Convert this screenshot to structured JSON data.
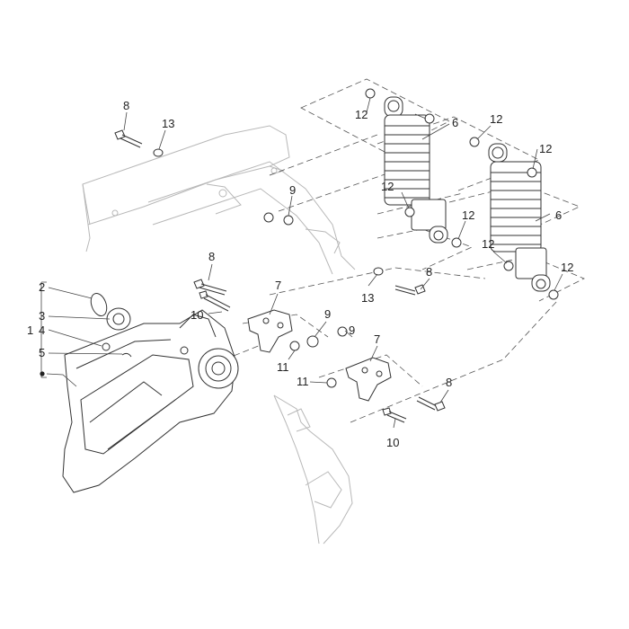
{
  "callouts": [
    {
      "id": "c8a",
      "text": "8"
    },
    {
      "id": "c13a",
      "text": "13"
    },
    {
      "id": "c12a",
      "text": "12"
    },
    {
      "id": "c6a",
      "text": "6"
    },
    {
      "id": "c12b",
      "text": "12"
    },
    {
      "id": "c12c",
      "text": "12"
    },
    {
      "id": "c9a",
      "text": "9"
    },
    {
      "id": "c12d",
      "text": "12"
    },
    {
      "id": "c12e",
      "text": "12"
    },
    {
      "id": "c6b",
      "text": "6"
    },
    {
      "id": "c12f",
      "text": "12"
    },
    {
      "id": "c12g",
      "text": "12"
    },
    {
      "id": "c8b",
      "text": "8"
    },
    {
      "id": "c13b",
      "text": "13"
    },
    {
      "id": "c8c",
      "text": "8"
    },
    {
      "id": "c7a",
      "text": "7"
    },
    {
      "id": "c10a",
      "text": "10"
    },
    {
      "id": "c9b",
      "text": "9"
    },
    {
      "id": "c9c",
      "text": "9"
    },
    {
      "id": "c7b",
      "text": "7"
    },
    {
      "id": "c11a",
      "text": "11"
    },
    {
      "id": "c11b",
      "text": "11"
    },
    {
      "id": "c8d",
      "text": "8"
    },
    {
      "id": "c10b",
      "text": "10"
    },
    {
      "id": "c2",
      "text": "2"
    },
    {
      "id": "c3",
      "text": "3"
    },
    {
      "id": "c1",
      "text": "1"
    },
    {
      "id": "c4",
      "text": "4"
    },
    {
      "id": "c5",
      "text": "5"
    }
  ]
}
